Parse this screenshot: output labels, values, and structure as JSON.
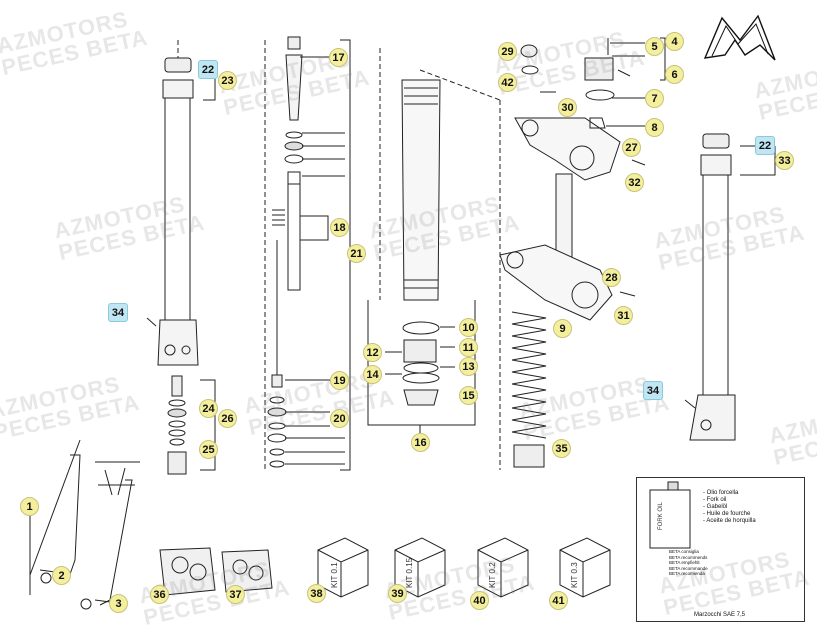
{
  "watermark": {
    "line1": "AZMOTORS",
    "line2": "PECES BETA"
  },
  "callouts": [
    {
      "id": "c1",
      "label": "1"
    },
    {
      "id": "c2",
      "label": "2"
    },
    {
      "id": "c3",
      "label": "3"
    },
    {
      "id": "c4",
      "label": "4"
    },
    {
      "id": "c5",
      "label": "5"
    },
    {
      "id": "c6",
      "label": "6"
    },
    {
      "id": "c7",
      "label": "7"
    },
    {
      "id": "c8",
      "label": "8"
    },
    {
      "id": "c9",
      "label": "9"
    },
    {
      "id": "c10",
      "label": "10"
    },
    {
      "id": "c11",
      "label": "11"
    },
    {
      "id": "c12",
      "label": "12"
    },
    {
      "id": "c13",
      "label": "13"
    },
    {
      "id": "c14",
      "label": "14"
    },
    {
      "id": "c15",
      "label": "15"
    },
    {
      "id": "c16",
      "label": "16"
    },
    {
      "id": "c17",
      "label": "17"
    },
    {
      "id": "c18",
      "label": "18"
    },
    {
      "id": "c19",
      "label": "19"
    },
    {
      "id": "c20",
      "label": "20"
    },
    {
      "id": "c21",
      "label": "21"
    },
    {
      "id": "c22a",
      "label": "22"
    },
    {
      "id": "c22b",
      "label": "22"
    },
    {
      "id": "c23",
      "label": "23"
    },
    {
      "id": "c24",
      "label": "24"
    },
    {
      "id": "c25",
      "label": "25"
    },
    {
      "id": "c26",
      "label": "26"
    },
    {
      "id": "c27",
      "label": "27"
    },
    {
      "id": "c28",
      "label": "28"
    },
    {
      "id": "c29",
      "label": "29"
    },
    {
      "id": "c30",
      "label": "30"
    },
    {
      "id": "c31",
      "label": "31"
    },
    {
      "id": "c32",
      "label": "32"
    },
    {
      "id": "c33",
      "label": "33"
    },
    {
      "id": "c34a",
      "label": "34"
    },
    {
      "id": "c34b",
      "label": "34"
    },
    {
      "id": "c35",
      "label": "35"
    },
    {
      "id": "c36",
      "label": "36"
    },
    {
      "id": "c37",
      "label": "37"
    },
    {
      "id": "c38",
      "label": "38"
    },
    {
      "id": "c39",
      "label": "39"
    },
    {
      "id": "c40",
      "label": "40"
    },
    {
      "id": "c41",
      "label": "41"
    },
    {
      "id": "c42",
      "label": "42"
    }
  ],
  "kits": {
    "k1": "KIT 0.1",
    "k2": "KIT 0.15",
    "k3": "KIT 0.2",
    "k4": "KIT 0.3"
  },
  "oil": {
    "can_label": "FORK OIL",
    "names": [
      "- Olio forcella",
      "- Fork oil",
      "- Gabelöl",
      "- Huile de fourche",
      "- Aceite de horquilla"
    ],
    "recommend": [
      "BETA consiglia",
      "BETA recommends",
      "BETA empfiehlt",
      "BETA recommande",
      "BETA recomienda"
    ],
    "grade": "Marzocchi SAE 7,5"
  },
  "colors": {
    "callout_fill": "#f4ef9c",
    "callout_highlight": "#bfe6f2",
    "line": "#222222"
  }
}
